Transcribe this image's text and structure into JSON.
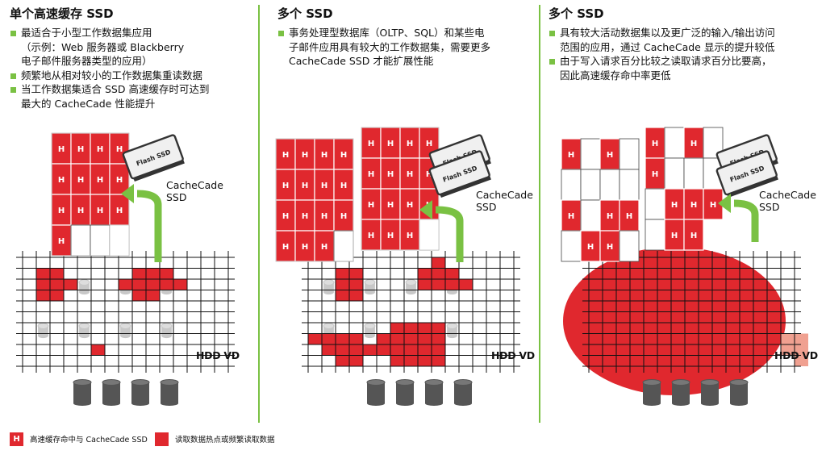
{
  "colors": {
    "red": "#e0282e",
    "green": "#7ac143",
    "grid": "#111111",
    "drum": "#555555",
    "gray_drum": "#c8c8c8",
    "pink": "#f0a090"
  },
  "cell_label": "H",
  "panels": [
    {
      "title": "单个高速缓存 SSD",
      "bullets": [
        [
          "最适合于小型工作数据集应用",
          "（示例：Web 服务器或 Blackberry",
          "电子邮件服务器类型的应用）"
        ],
        [
          "频繁地从相对较小的工作数据集重读数据"
        ],
        [
          "当工作数据集适合 SSD 高速缓存时可达到",
          "最大的 CacheCade 性能提升"
        ]
      ],
      "ssd_label": "Flash SSD",
      "cachecade_label": "CacheCade\nSSD",
      "hdd_label": "HDD VD"
    },
    {
      "title": "多个 SSD",
      "bullets": [
        [
          "事务处理型数据库（OLTP、SQL）和某些电",
          "子邮件应用具有较大的工作数据集，需要更多",
          "CacheCade SSD 才能扩展性能"
        ]
      ],
      "ssd_label": "Flash SSD",
      "cachecade_label": "CacheCade\nSSD",
      "hdd_label": "HDD VD"
    },
    {
      "title": "多个 SSD",
      "bullets": [
        [
          "具有较大活动数据集以及更广泛的输入/输出访问",
          "范围的应用，通过 CacheCade 显示的提升较低"
        ],
        [
          "由于写入请求百分比较之读取请求百分比要高，",
          "因此高速缓存命中率更低"
        ]
      ],
      "ssd_label": "Flash SSD",
      "cachecade_label": "CacheCade\nSSD",
      "hdd_label": "HDD VD"
    }
  ],
  "legend": {
    "hit_label": "高速缓存命中与 CacheCade SSD",
    "hot_label": "读取数据热点或频繁读取数据"
  }
}
